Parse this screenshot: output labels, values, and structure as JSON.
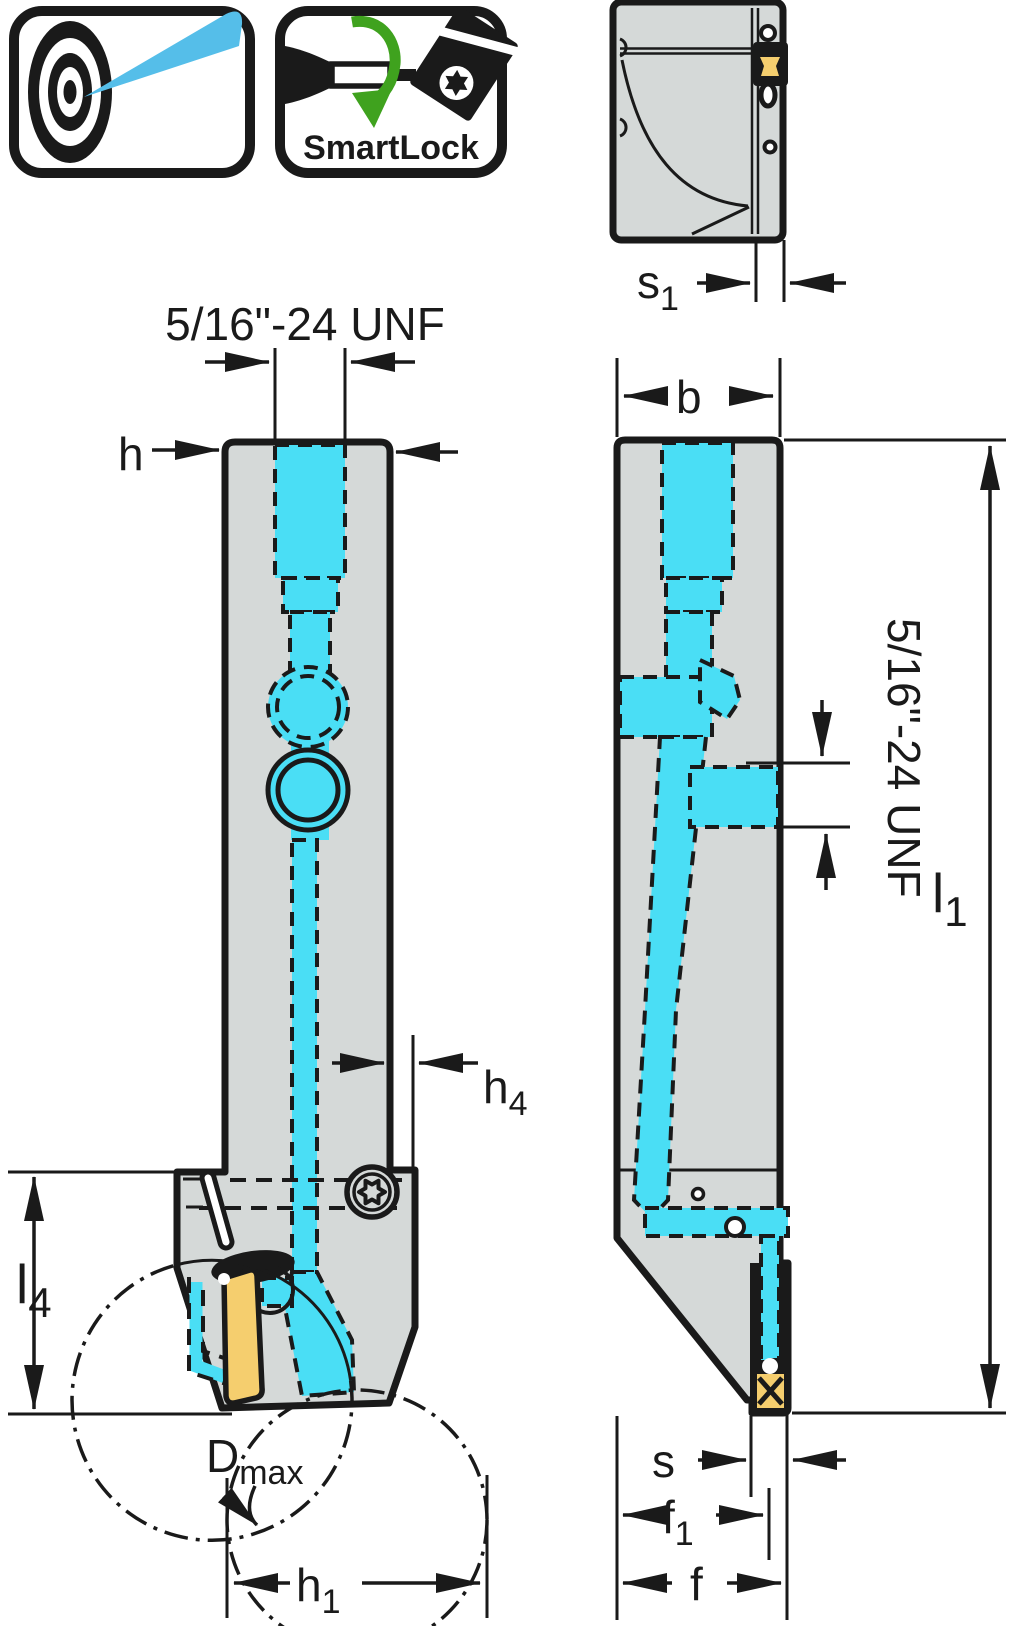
{
  "badges": {
    "smartlock": "SmartLock"
  },
  "icons": {
    "precision_coolant": "precision-coolant-target-icon",
    "coolant_jet": "coolant-jet-icon",
    "screwdriver": "screwdriver-icon",
    "rotate_arrow": "green-rotation-arrow-icon",
    "insert_torx": "insert-with-torx-screw-icon"
  },
  "labels": {
    "thread_front": "5/16\"-24 UNF",
    "thread_side": "5/16\"-24 UNF",
    "h": "h",
    "b": "b",
    "s": "s",
    "f": "f",
    "s1": {
      "base": "s",
      "sub": "1"
    },
    "h4": {
      "base": "h",
      "sub": "4"
    },
    "h1": {
      "base": "h",
      "sub": "1"
    },
    "f1": {
      "base": "f",
      "sub": "1"
    },
    "l1": {
      "base": "l",
      "sub": "1"
    },
    "l4": {
      "base": "l",
      "sub": "4"
    },
    "dmax": {
      "base": "D",
      "sub": "max"
    }
  },
  "colors": {
    "line": "#1a1a1a",
    "body": "#d5d9d8",
    "coolant": "#4adef5",
    "insert": "#f5ce6e",
    "jet_blue": "#55bee9",
    "green": "#3fa21e",
    "white": "#ffffff"
  }
}
